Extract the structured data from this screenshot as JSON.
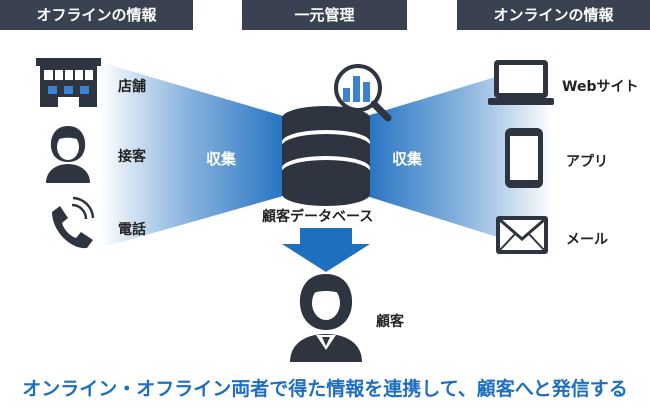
{
  "headers": {
    "offline": "オフラインの情報",
    "central": "一元管理",
    "online": "オンラインの情報"
  },
  "offline_items": [
    "店舗",
    "接客",
    "電話"
  ],
  "online_items": [
    "Webサイト",
    "アプリ",
    "メール"
  ],
  "collect_left": "収集",
  "collect_right": "収集",
  "database_label": "顧客データベース",
  "customer_label": "顧客",
  "footer": "オンライン・オフライン両者で得た情報を連携して、顧客へと発信する",
  "colors": {
    "header_bg": "#3a4150",
    "accent": "#1f6fc0",
    "icon_dark": "#2e3440"
  },
  "icons": [
    "store-icon",
    "staff-icon",
    "phone-icon",
    "database-icon",
    "chart-magnifier-icon",
    "laptop-icon",
    "smartphone-icon",
    "mail-icon",
    "customer-icon",
    "arrow-down-icon"
  ]
}
